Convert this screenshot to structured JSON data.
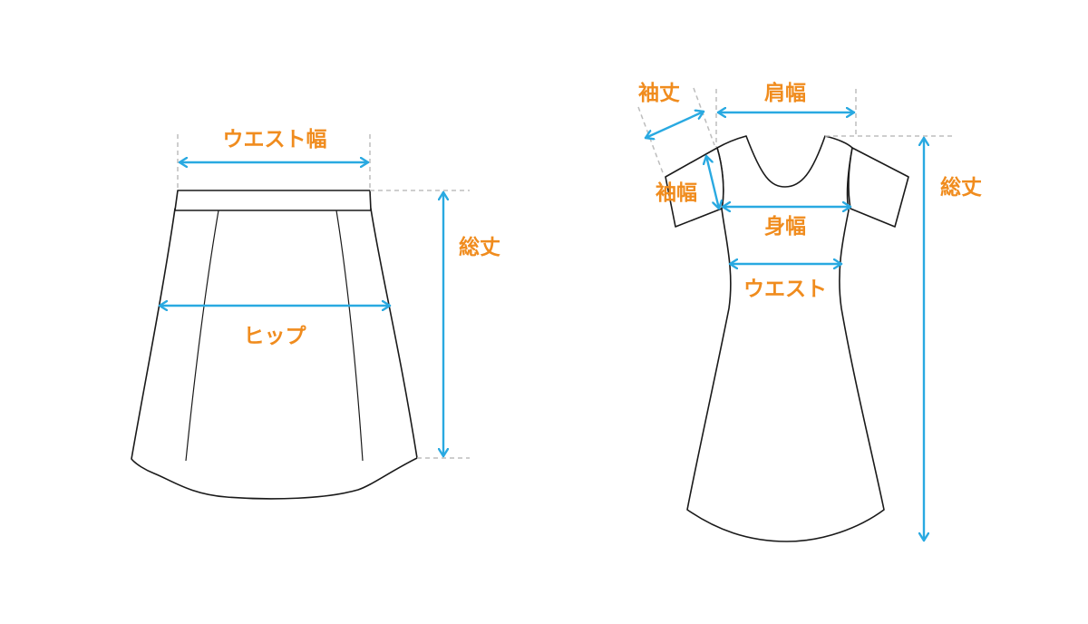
{
  "skirt": {
    "labels": {
      "waist_width": "ウエスト幅",
      "hip": "ヒップ",
      "total_length": "総丈"
    }
  },
  "dress": {
    "labels": {
      "sleeve_length": "袖丈",
      "shoulder_width": "肩幅",
      "total_length": "総丈",
      "sleeve_width": "袖幅",
      "body_width": "身幅",
      "waist": "ウエスト"
    }
  },
  "colors": {
    "label": "#f08c1e",
    "arrow": "#29a9e1",
    "outline": "#1a1a1a",
    "guide": "#bdbdbd"
  }
}
